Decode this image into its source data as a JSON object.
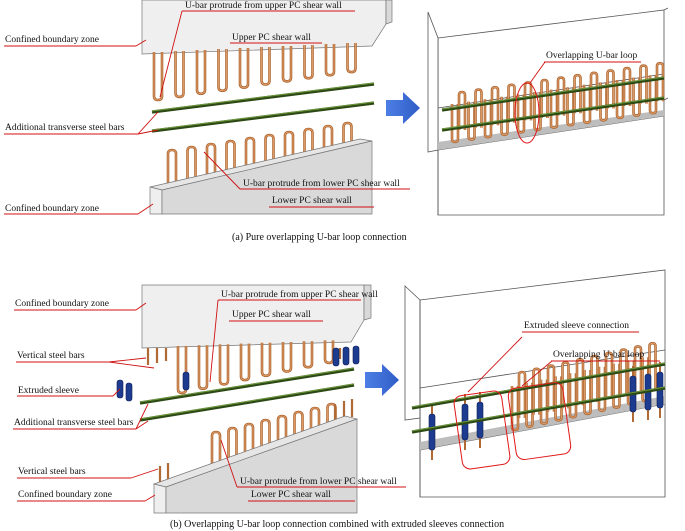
{
  "panel_a": {
    "labels": {
      "confined_top": "Confined boundary zone",
      "ubar_upper": "U-bar protrude from upper PC shear wall",
      "upper_wall": "Upper PC shear wall",
      "transverse": "Additional transverse steel bars",
      "ubar_lower": "U-bar protrude from lower PC shear wall",
      "confined_bottom": "Confined boundary zone",
      "lower_wall": "Lower PC shear wall",
      "overlap": "Overlapping U-bar loop"
    },
    "caption": "(a)   Pure overlapping U-bar loop connection"
  },
  "panel_b": {
    "labels": {
      "confined_top": "Confined boundary zone",
      "ubar_upper": "U-bar protrude from upper PC shear wall",
      "upper_wall": "Upper PC shear wall",
      "vertical_top": "Vertical steel bars",
      "sleeve": "Extruded sleeve",
      "transverse": "Additional transverse steel bars",
      "vertical_bottom": "Vertical steel bars",
      "confined_bottom": "Confined boundary zone",
      "ubar_lower": "U-bar protrude from lower PC shear wall",
      "lower_wall": "Lower PC shear wall",
      "extruded_conn": "Extruded sleeve connection",
      "overlap": "Overlapping U-bar loop"
    },
    "caption": "(b) Overlapping U-bar loop connection combined with extruded sleeves connection"
  },
  "colors": {
    "ubar": "#b06a35",
    "transverse_bar": "#2d4a16",
    "sleeve": "#1d3b8f",
    "leader_line": "#d01010",
    "arrow": "#3f6fd6"
  },
  "icons": [
    "right-arrow-icon"
  ]
}
